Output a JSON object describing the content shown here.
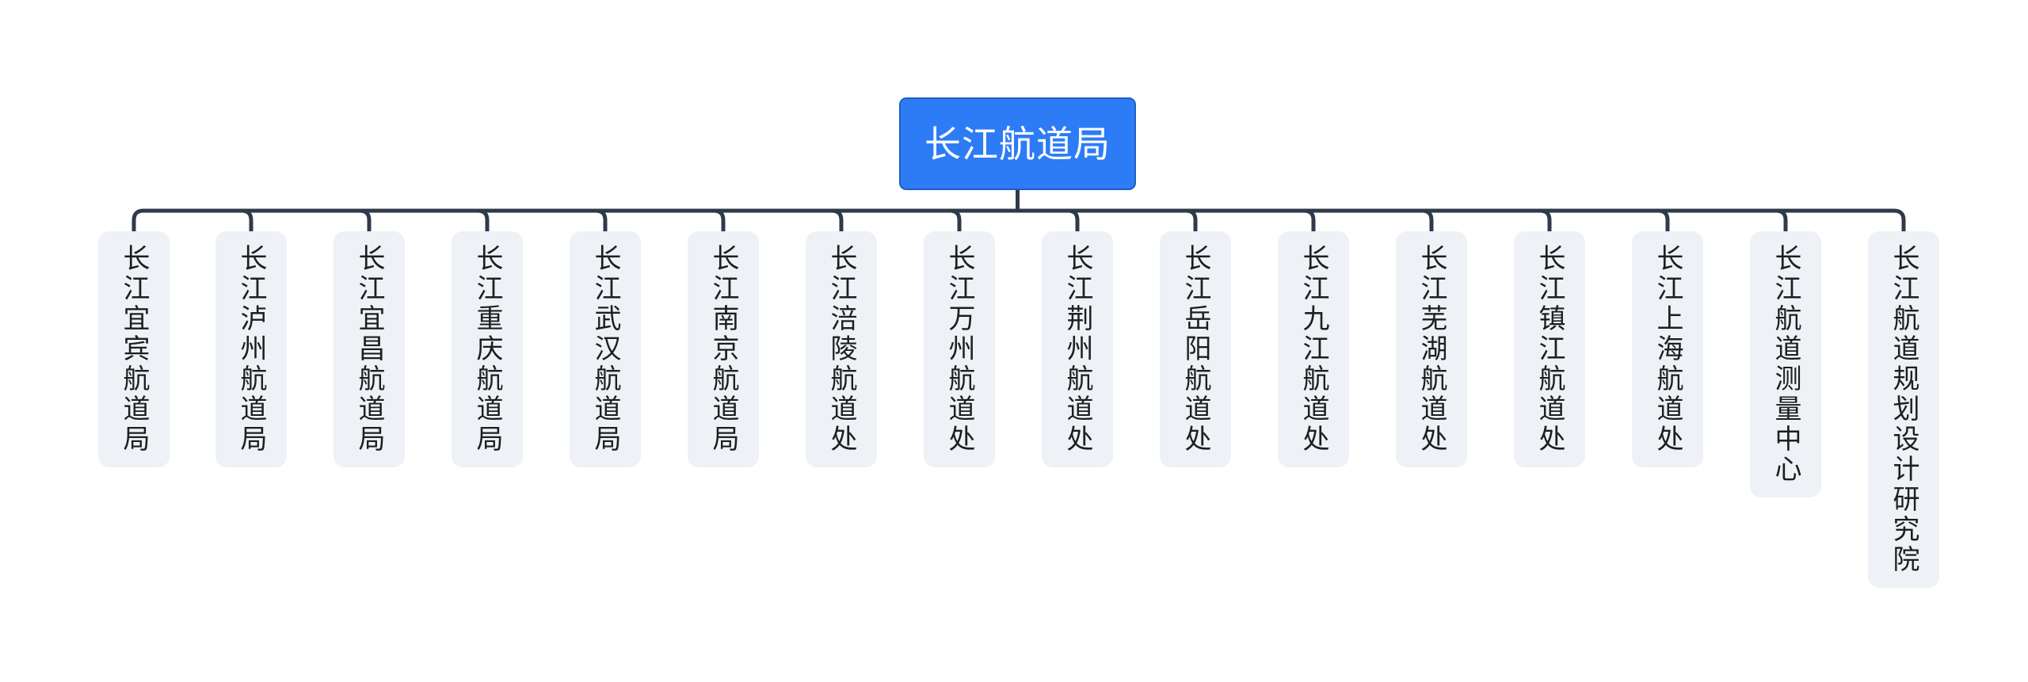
{
  "root": {
    "label": "长江航道局"
  },
  "children": [
    "长江宜宾航道局",
    "长江泸州航道局",
    "长江宜昌航道局",
    "长江重庆航道局",
    "长江武汉航道局",
    "长江南京航道局",
    "长江涪陵航道处",
    "长江万州航道处",
    "长江荆州航道处",
    "长江岳阳航道处",
    "长江九江航道处",
    "长江芜湖航道处",
    "长江镇江航道处",
    "长江上海航道处",
    "长江航道测量中心",
    "长江航道规划设计研究院"
  ],
  "colors": {
    "root_fill": "#2d7cf6",
    "child_fill": "#eef1f5",
    "connector": "#2f3a4a"
  }
}
